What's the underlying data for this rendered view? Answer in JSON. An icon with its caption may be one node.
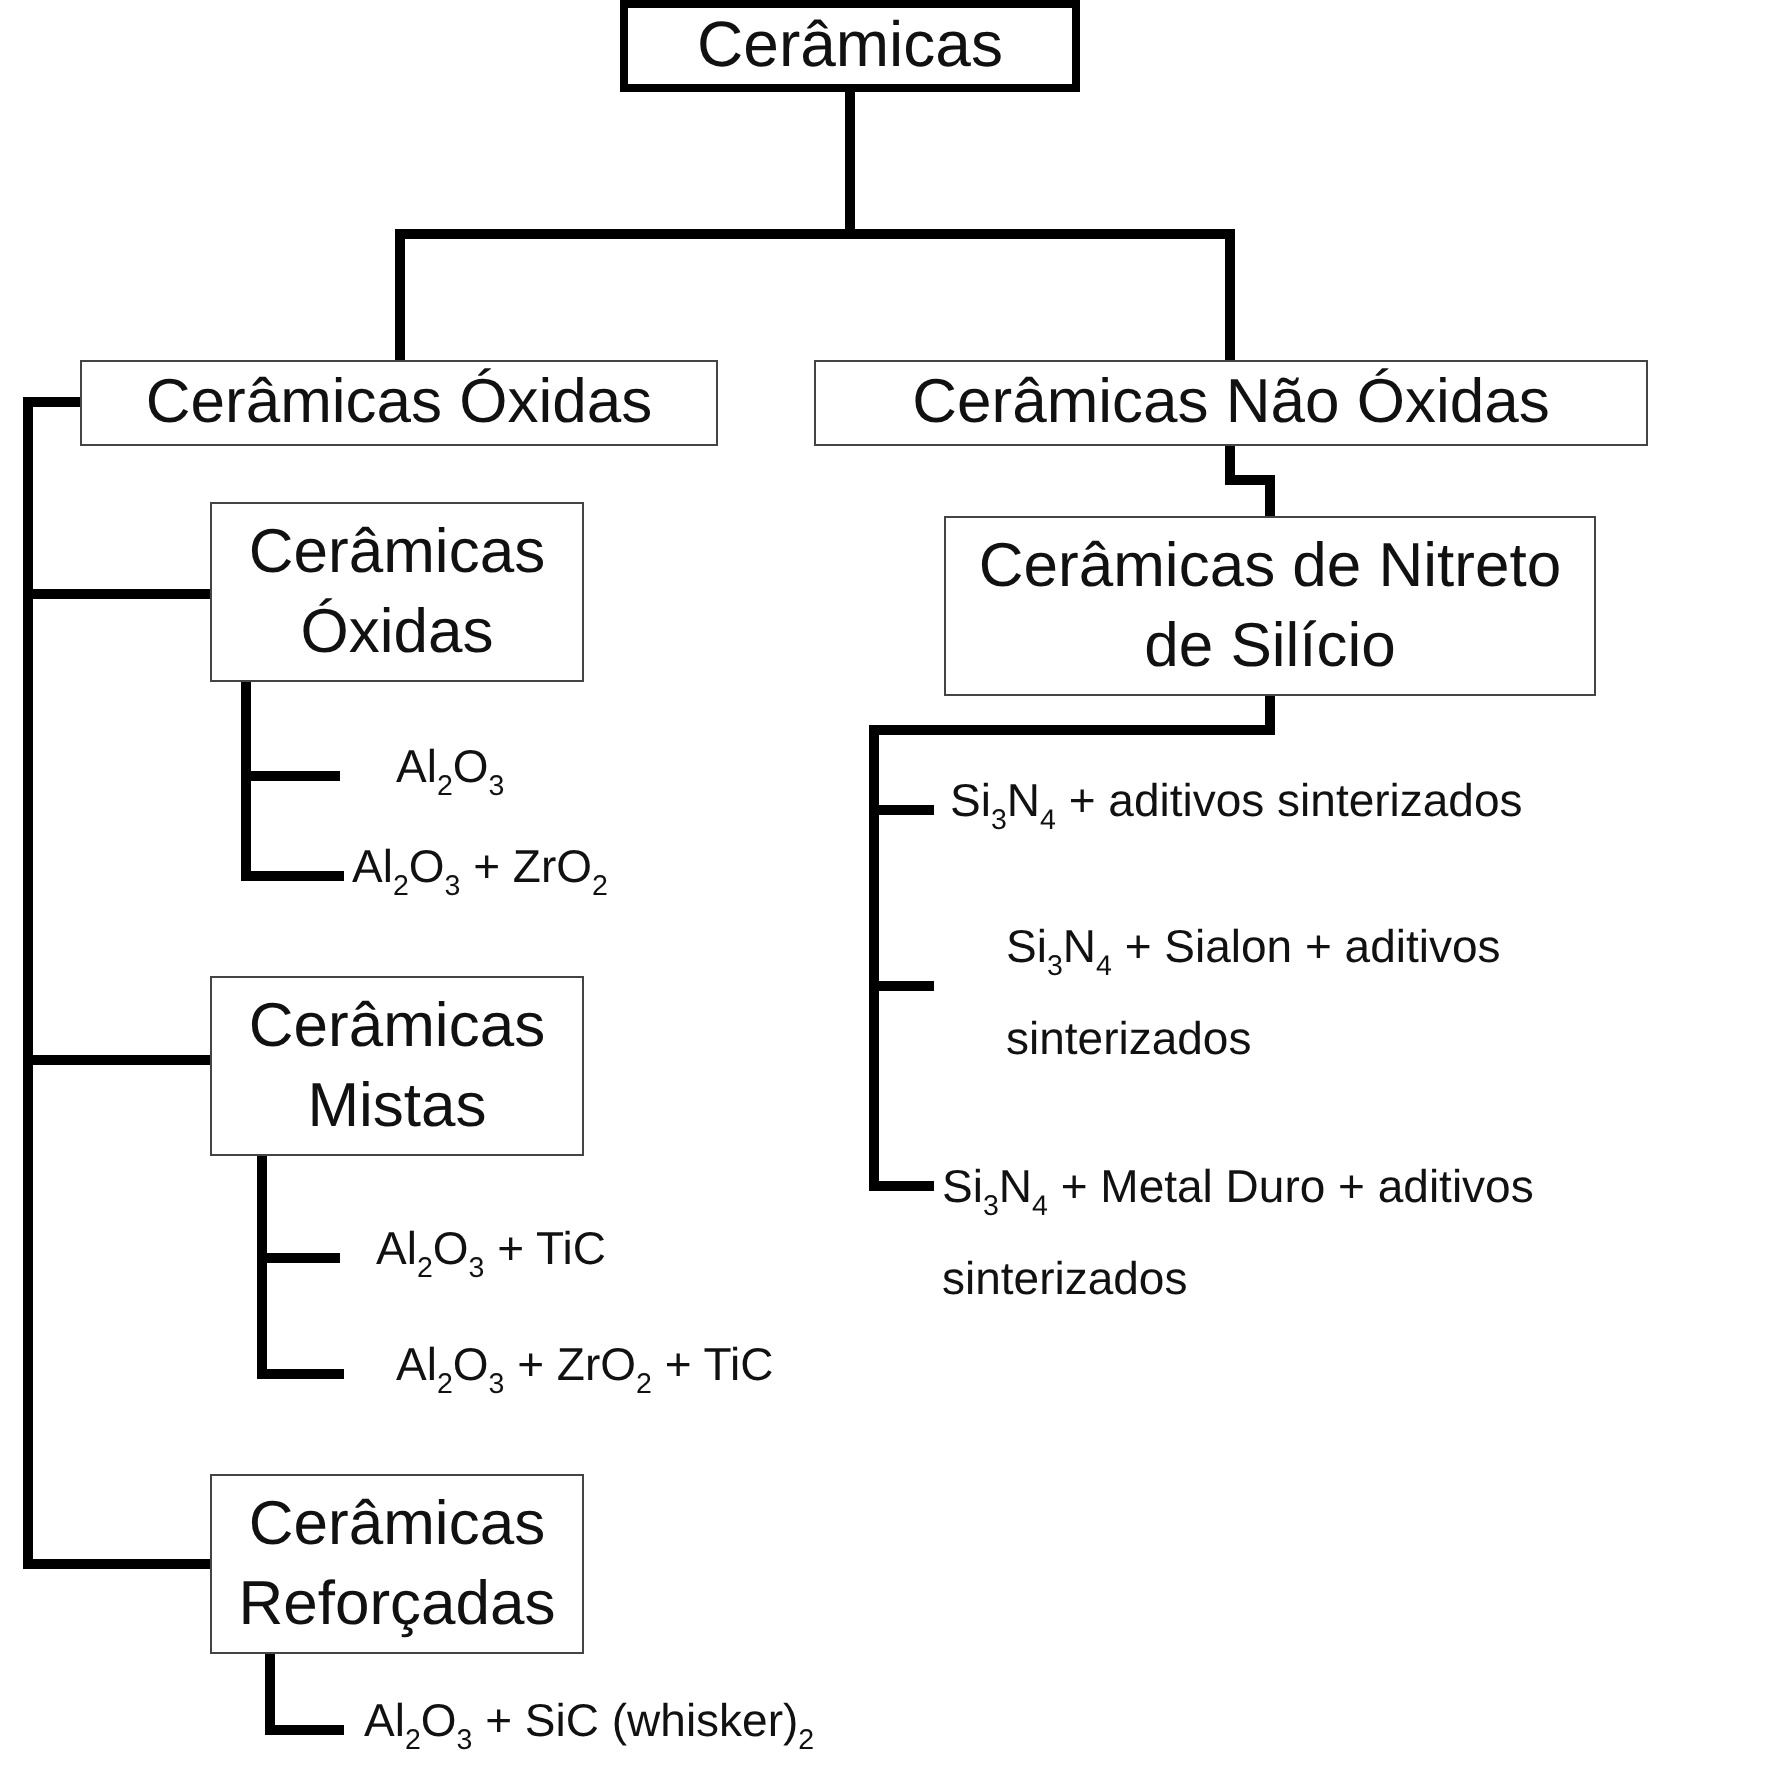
{
  "diagram": {
    "nodes": [
      {
        "text": [
          "Cerâmicas"
        ]
      },
      {
        "text": [
          "Cerâmicas Óxidas"
        ]
      },
      {
        "text": [
          "Cerâmicas Não Óxidas"
        ]
      },
      {
        "text": [
          "Cerâmicas Óxidas"
        ]
      },
      {
        "text": [
          "Al$_{2}$O$_{3}$"
        ]
      },
      {
        "text": [
          "Al$_{2}$O$_{3}$ + ZrO$_{2}$"
        ]
      },
      {
        "text": [
          "Cerâmicas Mistas"
        ]
      },
      {
        "text": [
          "Al$_{2}$O$_{3}$ + TiC"
        ]
      },
      {
        "text": [
          "Al$_{2}$O$_{3}$ + ZrO$_{2}$ + TiC"
        ]
      },
      {
        "text": [
          "Cerâmicas Reforçadas"
        ]
      },
      {
        "text": [
          "Al$_{2}$O$_{3}$ + SiC (whisker)$_{2}$"
        ]
      },
      {
        "text": [
          "Cerâmicas de Nitreto de Silício"
        ]
      },
      {
        "text": [
          "Si$_{3}$N$_{4}$ + aditivos sinterizados"
        ]
      },
      {
        "text": [
          "Si$_{3}$N$_{4}$ + Sialon + aditivos sinterizados"
        ]
      },
      {
        "text": [
          "Si$_{3}$N$_{4}$ + Metal Duro + aditivos sinterizados"
        ]
      }
    ],
    "edges": [
      {
        "from": 0,
        "to": 1,
        "arrow": "none"
      },
      {
        "from": 0,
        "to": 2,
        "arrow": "none"
      },
      {
        "from": 1,
        "to": 3,
        "arrow": "none"
      },
      {
        "from": 1,
        "to": 6,
        "arrow": "none"
      },
      {
        "from": 1,
        "to": 9,
        "arrow": "none"
      },
      {
        "from": 3,
        "to": 4,
        "arrow": "none"
      },
      {
        "from": 3,
        "to": 5,
        "arrow": "none"
      },
      {
        "from": 6,
        "to": 7,
        "arrow": "none"
      },
      {
        "from": 6,
        "to": 8,
        "arrow": "none"
      },
      {
        "from": 9,
        "to": 10,
        "arrow": "none"
      },
      {
        "from": 2,
        "to": 11,
        "arrow": "none"
      },
      {
        "from": 11,
        "to": 12,
        "arrow": "none"
      },
      {
        "from": 11,
        "to": 13,
        "arrow": "none"
      },
      {
        "from": 11,
        "to": 14,
        "arrow": "none"
      }
    ]
  }
}
